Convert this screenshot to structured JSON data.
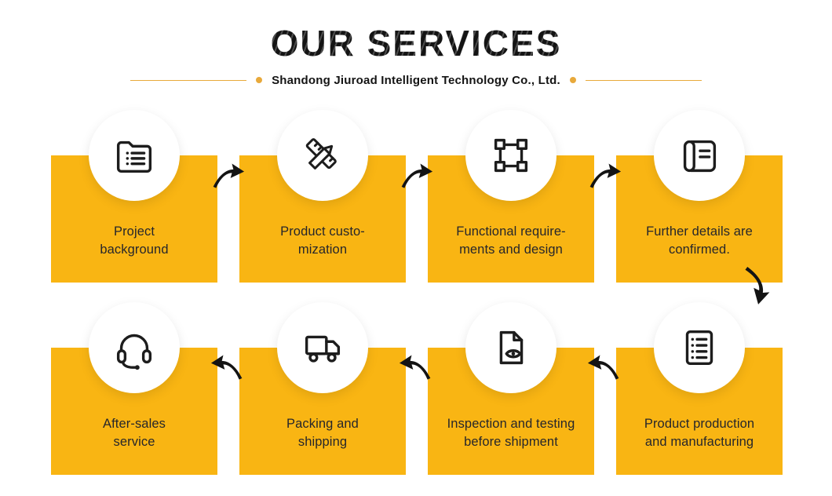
{
  "header": {
    "title": "OUR SERVICES",
    "subtitle": "Shandong Jiuroad Intelligent Technology Co., Ltd."
  },
  "colors": {
    "card_yellow": "#F9B513",
    "label_text": "#26262B",
    "accent_gold": "#E8A93B",
    "icon_stroke": "#1D1D1D"
  },
  "steps": [
    {
      "id": 1,
      "label": "Project\nbackground",
      "icon": "folder-list-icon"
    },
    {
      "id": 2,
      "label": "Product custo-\nmization",
      "icon": "ruler-pencil-icon"
    },
    {
      "id": 3,
      "label": "Functional require-\nments and design",
      "icon": "frame-nodes-icon"
    },
    {
      "id": 4,
      "label": "Further details are\nconfirmed.",
      "icon": "blueprint-scroll-icon"
    },
    {
      "id": 5,
      "label": "Product production\nand manufacturing",
      "icon": "production-list-icon"
    },
    {
      "id": 6,
      "label": "Inspection and testing\nbefore shipment",
      "icon": "inspection-eye-icon"
    },
    {
      "id": 7,
      "label": "Packing and\nshipping",
      "icon": "truck-icon"
    },
    {
      "id": 8,
      "label": "After-sales\nservice",
      "icon": "headset-icon"
    }
  ]
}
